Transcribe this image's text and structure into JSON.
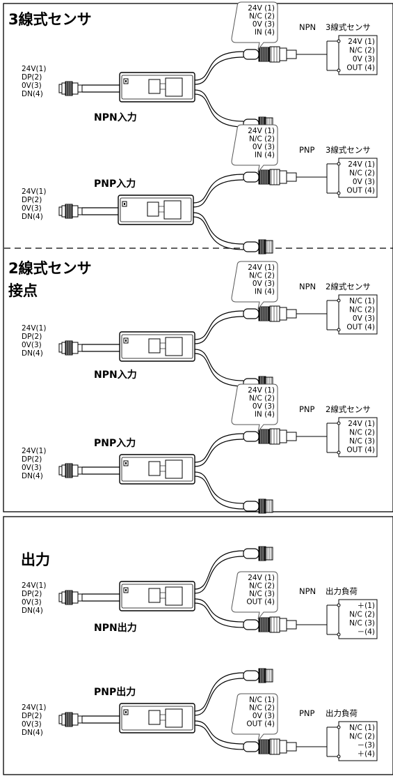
{
  "colors": {
    "line": "#000000",
    "fill": "#ffffff",
    "dark": "#1a1a1a",
    "label_box": "#555555"
  },
  "sections": [
    {
      "title": [
        "3線式センサ"
      ],
      "rows": [
        {
          "title": "NPN入力",
          "input": [
            "24V(1)",
            "DP(2)",
            "0V(3)",
            "DN(4)"
          ],
          "callout": [
            "24V (1)",
            "N/C (2)",
            "0V (3)",
            "IN (4)"
          ],
          "kind": "NPN",
          "sensor": "3線式センサ",
          "pins": [
            "24V (1)",
            "N/C (2)",
            "0V (3)",
            "OUT (4)"
          ],
          "dir": "in"
        },
        {
          "title": "PNP入力",
          "input": [
            "24V(1)",
            "DP(2)",
            "0V(3)",
            "DN(4)"
          ],
          "callout": [
            "24V (1)",
            "N/C (2)",
            "0V (3)",
            "IN (4)"
          ],
          "kind": "PNP",
          "sensor": "3線式センサ",
          "pins": [
            "24V (1)",
            "N/C (2)",
            "0V (3)",
            "OUT (4)"
          ],
          "dir": "in"
        }
      ]
    },
    {
      "title": [
        "2線式センサ",
        "接点"
      ],
      "rows": [
        {
          "title": "NPN入力",
          "input": [
            "24V(1)",
            "DP(2)",
            "0V(3)",
            "DN(4)"
          ],
          "callout": [
            "24V (1)",
            "N/C (2)",
            "0V (3)",
            "IN (4)"
          ],
          "kind": "NPN",
          "sensor": "2線式センサ",
          "pins": [
            "N/C (1)",
            "N/C (2)",
            "0V (3)",
            "OUT (4)"
          ],
          "dir": "in"
        },
        {
          "title": "PNP入力",
          "input": [
            "24V(1)",
            "DP(2)",
            "0V(3)",
            "DN(4)"
          ],
          "callout": [
            "24V (1)",
            "N/C (2)",
            "0V (3)",
            "IN (4)"
          ],
          "kind": "PNP",
          "sensor": "2線式センサ",
          "pins": [
            "24V (1)",
            "N/C (2)",
            "N/C (3)",
            "OUT (4)"
          ],
          "dir": "in"
        }
      ]
    },
    {
      "title": [
        "出力"
      ],
      "rows": [
        {
          "title": "NPN出力",
          "input": [
            "24V(1)",
            "DP(2)",
            "0V(3)",
            "DN(4)"
          ],
          "callout": [
            "24V (1)",
            "N/C (2)",
            "N/C (3)",
            "OUT (4)"
          ],
          "kind": "NPN",
          "sensor": "出力負荷",
          "pins": [
            "＋(1)",
            "N/C (2)",
            "N/C (3)",
            "－(4)"
          ],
          "dir": "out"
        },
        {
          "title": "PNP出力",
          "input": [
            "24V(1)",
            "DP(2)",
            "0V(3)",
            "DN(4)"
          ],
          "callout": [
            "N/C (1)",
            "N/C (2)",
            "0V (3)",
            "OUT (4)"
          ],
          "kind": "PNP",
          "sensor": "出力負荷",
          "pins": [
            "N/C (1)",
            "N/C (2)",
            "－(3)",
            "＋(4)"
          ],
          "dir": "out"
        }
      ]
    }
  ]
}
